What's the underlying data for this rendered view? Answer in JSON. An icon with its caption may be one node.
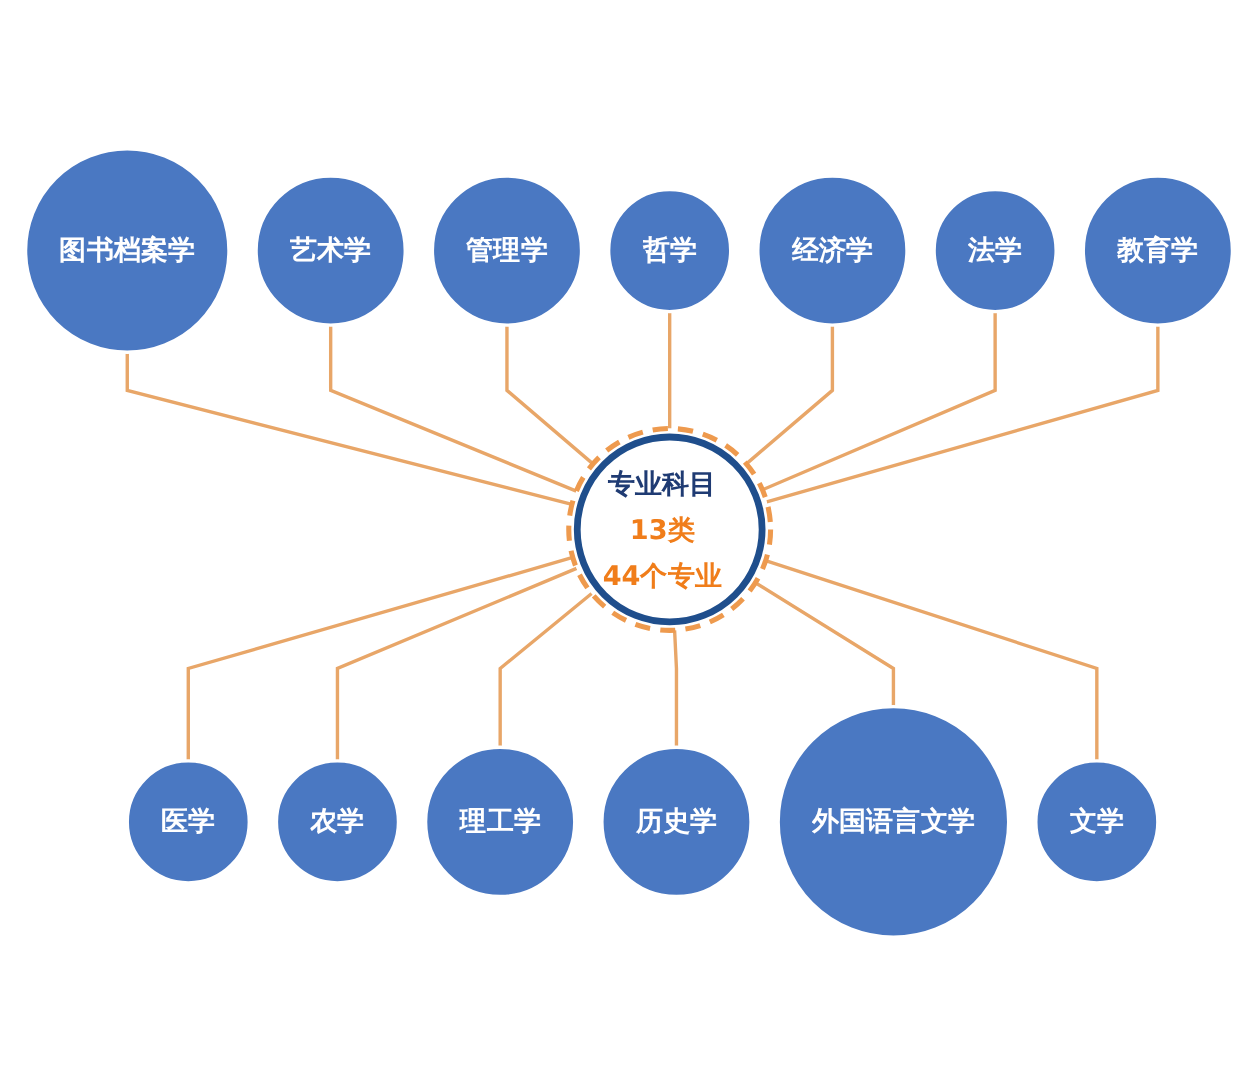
{
  "diagram": {
    "nodes": [
      {
        "text": [
          "专业科目",
          "13类",
          "44个专业"
        ]
      },
      {
        "text": [
          "哲学"
        ]
      },
      {
        "text": [
          "经济学"
        ]
      },
      {
        "text": [
          "法学"
        ]
      },
      {
        "text": [
          "教育学"
        ]
      },
      {
        "text": [
          "文学"
        ]
      },
      {
        "text": [
          "外国语言文学"
        ]
      },
      {
        "text": [
          "历史学"
        ]
      },
      {
        "text": [
          "理工学"
        ]
      },
      {
        "text": [
          "农学"
        ]
      },
      {
        "text": [
          "医学"
        ]
      },
      {
        "text": [
          "图书档案学"
        ]
      },
      {
        "text": [
          "艺术学"
        ]
      },
      {
        "text": [
          "管理学"
        ]
      }
    ],
    "edges": [
      {
        "from": 11,
        "to": 0,
        "arrow": "none"
      },
      {
        "from": 12,
        "to": 0,
        "arrow": "none"
      },
      {
        "from": 13,
        "to": 0,
        "arrow": "none"
      },
      {
        "from": 1,
        "to": 0,
        "arrow": "none"
      },
      {
        "from": 2,
        "to": 0,
        "arrow": "none"
      },
      {
        "from": 3,
        "to": 0,
        "arrow": "none"
      },
      {
        "from": 4,
        "to": 0,
        "arrow": "none"
      },
      {
        "from": 0,
        "to": 10,
        "arrow": "none"
      },
      {
        "from": 0,
        "to": 9,
        "arrow": "none"
      },
      {
        "from": 0,
        "to": 8,
        "arrow": "none"
      },
      {
        "from": 0,
        "to": 7,
        "arrow": "none"
      },
      {
        "from": 0,
        "to": 6,
        "arrow": "none"
      },
      {
        "from": 0,
        "to": 5,
        "arrow": "none"
      }
    ]
  }
}
